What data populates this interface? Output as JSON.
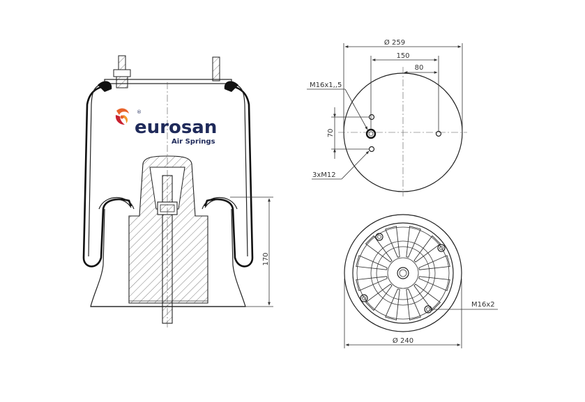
{
  "brand": {
    "name": "eurosan",
    "registered_mark": "®",
    "subtitle": "Air Springs"
  },
  "colors": {
    "brand_text": "#1f2a5a",
    "logo_orange": "#e8632a",
    "logo_red": "#c8202f",
    "line": "#222222"
  },
  "side_view": {
    "height_dim": "170"
  },
  "top_view": {
    "diameter": "Ø 259",
    "dim_150": "150",
    "dim_80": "80",
    "dim_70": "70",
    "thread_center": "M16x1,,5",
    "bolts": "3xM12"
  },
  "bottom_view": {
    "diameter": "Ø 240",
    "thread": "M16x2"
  }
}
